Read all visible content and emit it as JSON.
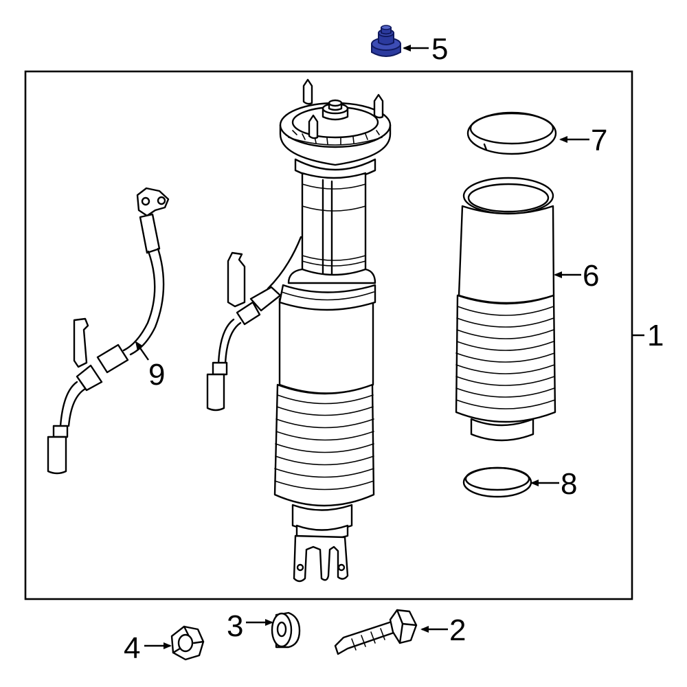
{
  "callouts": {
    "c1": "1",
    "c2": "2",
    "c3": "3",
    "c4": "4",
    "c5": "5",
    "c6": "6",
    "c7": "7",
    "c8": "8",
    "c9": "9"
  },
  "colors": {
    "highlight": "#2b3a9e",
    "highlight_dark": "#10195e",
    "line": "#000000"
  }
}
